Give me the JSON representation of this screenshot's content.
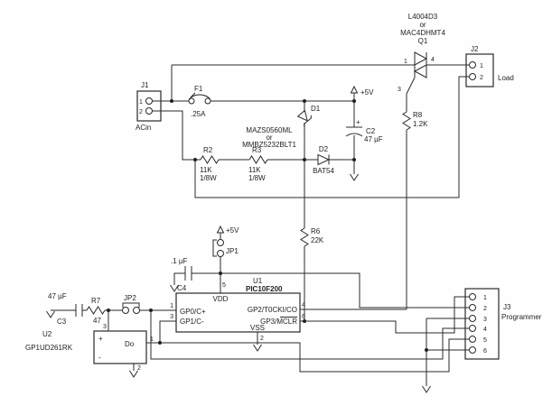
{
  "power_labels": {
    "plus5v": "+5V"
  },
  "j1": {
    "ref": "J1",
    "name": "ACin",
    "pin1": "1",
    "pin2": "2"
  },
  "f1": {
    "ref": "F1",
    "value": ".25A"
  },
  "q1": {
    "part1": "L4004D3",
    "part2": "or",
    "part3": "MAC4DHMT4",
    "ref": "Q1",
    "pin_mt1": "1",
    "pin_mt2": "4",
    "pin_gate": "3"
  },
  "j2": {
    "ref": "J2",
    "pin1": "1",
    "pin2": "2",
    "name": "Load"
  },
  "d1": {
    "ref": "D1",
    "part1": "MAZS0560ML",
    "part2": "or",
    "part3": "MMBZ5232BLT1"
  },
  "c2": {
    "ref": "C2",
    "value": "47 µF",
    "polarity": "+"
  },
  "d2": {
    "ref": "D2",
    "part": "BAT54"
  },
  "r2": {
    "ref": "R2",
    "value": "11K",
    "rating": "1/8W"
  },
  "r3": {
    "ref": "R3",
    "value": "11K",
    "rating": "1/8W"
  },
  "r8": {
    "ref": "R8",
    "value": "1.2K"
  },
  "r6": {
    "ref": "R6",
    "value": "22K"
  },
  "jp1": {
    "ref": "JP1"
  },
  "c4": {
    "ref": "C4",
    "value": ".1 µF"
  },
  "u1": {
    "ref": "U1",
    "part": "PIC10F200",
    "pin_vdd": "VDD",
    "pin_gp0": "GP0/C+",
    "pin_gp1": "GP1/C-",
    "pin_gp2": "GP2/T0CKI/CO",
    "pin_gp3_prefix": "GP3/",
    "pin_gp3_mclr": "MCLR",
    "pin_vss": "VSS",
    "num_vdd": "5",
    "num_gp0": "1",
    "num_gp1": "3",
    "num_gp2": "4",
    "num_gp3": "6",
    "num_vss": "2"
  },
  "c3": {
    "ref": "C3",
    "value": "47 µF"
  },
  "r7": {
    "ref": "R7",
    "value": "47"
  },
  "jp2": {
    "ref": "JP2"
  },
  "u2": {
    "ref": "U2",
    "part": "GP1UD261RK",
    "out_label": "Do",
    "plus": "+",
    "minus": "-",
    "num_out": "1",
    "num_gnd": "2",
    "num_vcc": "3"
  },
  "j3": {
    "ref": "J3",
    "name": "Programmer",
    "pins": [
      "1",
      "2",
      "3",
      "4",
      "5",
      "6"
    ]
  }
}
